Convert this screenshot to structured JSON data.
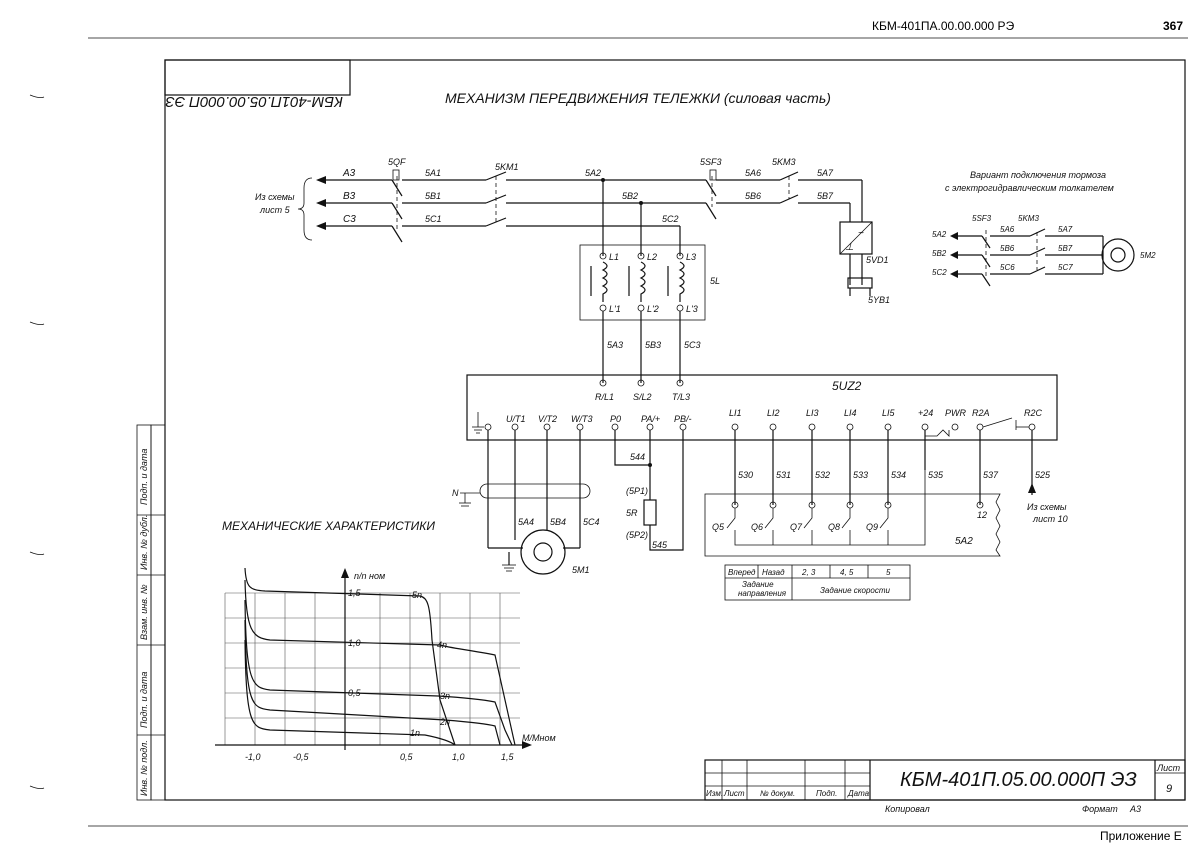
{
  "page": {
    "doc_code": "КБМ-401ПА.00.00.000 РЭ",
    "page_number": "367",
    "appendix": "Приложение Е"
  },
  "sheet": {
    "stamp_mirrored": "КБМ-401П.05.00.000П ЭЗ",
    "title": "МЕХАНИЗМ ПЕРЕДВИЖЕНИЯ ТЕЛЕЖКИ (силовая часть)",
    "side_labels": [
      "Подп. и дата",
      "Инв. № дубл.",
      "Взам. инв. №",
      "Подп. и дата",
      "Инв. № подл."
    ]
  },
  "schematic": {
    "source_left": "Из схемы лист 5",
    "phases": [
      "A3",
      "B3",
      "C3"
    ],
    "breaker": "5QF",
    "wires_row1": [
      "5A1",
      "5A2",
      "5A6",
      "5A7"
    ],
    "wires_row2": [
      "5B1",
      "5B2",
      "5B6",
      "5B7"
    ],
    "wires_row3": [
      "5C1",
      "5C2"
    ],
    "contactor1": "5KM1",
    "breaker2": "5SF3",
    "contactor3": "5KM3",
    "rectifier": "5VD1",
    "brake": "5YB1",
    "reactor": "5L",
    "reactor_terms_top": [
      "L1",
      "L2",
      "L3"
    ],
    "reactor_terms_bot": [
      "L'1",
      "L'2",
      "L'3"
    ],
    "reactor_wires": [
      "5A3",
      "5B3",
      "5C3"
    ],
    "drive": "5UZ2",
    "drive_inputs": [
      "R/L1",
      "S/L2",
      "T/L3"
    ],
    "drive_terms": [
      "U/T1",
      "V/T2",
      "W/T3",
      "P0",
      "PA/+",
      "PB/-",
      "LI1",
      "LI2",
      "LI3",
      "LI4",
      "LI5",
      "+24",
      "PWR",
      "R2A",
      "R2C"
    ],
    "motor_wires": [
      "5A4",
      "5B4",
      "5C4"
    ],
    "motor": "5M1",
    "resistor": "5R",
    "resistor_pins": [
      "(5P1)",
      "(5P2)"
    ],
    "res_wires": [
      "544",
      "545"
    ],
    "ctrl_wires": [
      "530",
      "531",
      "532",
      "533",
      "534",
      "535",
      "537",
      "525"
    ],
    "contacts": [
      "Q5",
      "Q6",
      "Q7",
      "Q8",
      "Q9"
    ],
    "controller": "5A2",
    "controller_pin": "12",
    "from_sheet10": "Из схемы лист 10",
    "ground_n": "N",
    "table": {
      "row1": [
        "Вперед",
        "Назад",
        "2, 3",
        "4, 5",
        "5"
      ],
      "row2_left": "Задание направления",
      "row2_right": "Задание скорости"
    }
  },
  "variant": {
    "title_l1": "Вариант подключения тормоза",
    "title_l2": "с электрогидравлическим толкателем",
    "breaker": "5SF3",
    "contactor": "5KM3",
    "left_wires": [
      "5A2",
      "5B2",
      "5C2"
    ],
    "mid_wires": [
      "5A6",
      "5B6",
      "5C6"
    ],
    "right_wires": [
      "5A7",
      "5B7",
      "5C7"
    ],
    "motor": "5M2"
  },
  "mech": {
    "title": "МЕХАНИЧЕСКИЕ ХАРАКТЕРИСТИКИ",
    "ylabel": "n/n ном",
    "xlabel": "M/Mном",
    "yticks": [
      "1,5",
      "1,0",
      "0,5"
    ],
    "xticks": [
      "-1,0",
      "-0,5",
      "0,5",
      "1,0",
      "1,5"
    ],
    "curves": [
      "5n",
      "4n",
      "3n",
      "2n",
      "1n"
    ]
  },
  "title_block": {
    "doc": "КБМ-401П.05.00.000П ЭЗ",
    "sheet_label": "Лист",
    "sheet_no": "9",
    "cols": [
      "Изм.",
      "Лист",
      "№ докум.",
      "Подп.",
      "Дата"
    ],
    "copied": "Копировал",
    "format_label": "Формат",
    "format": "А3"
  }
}
